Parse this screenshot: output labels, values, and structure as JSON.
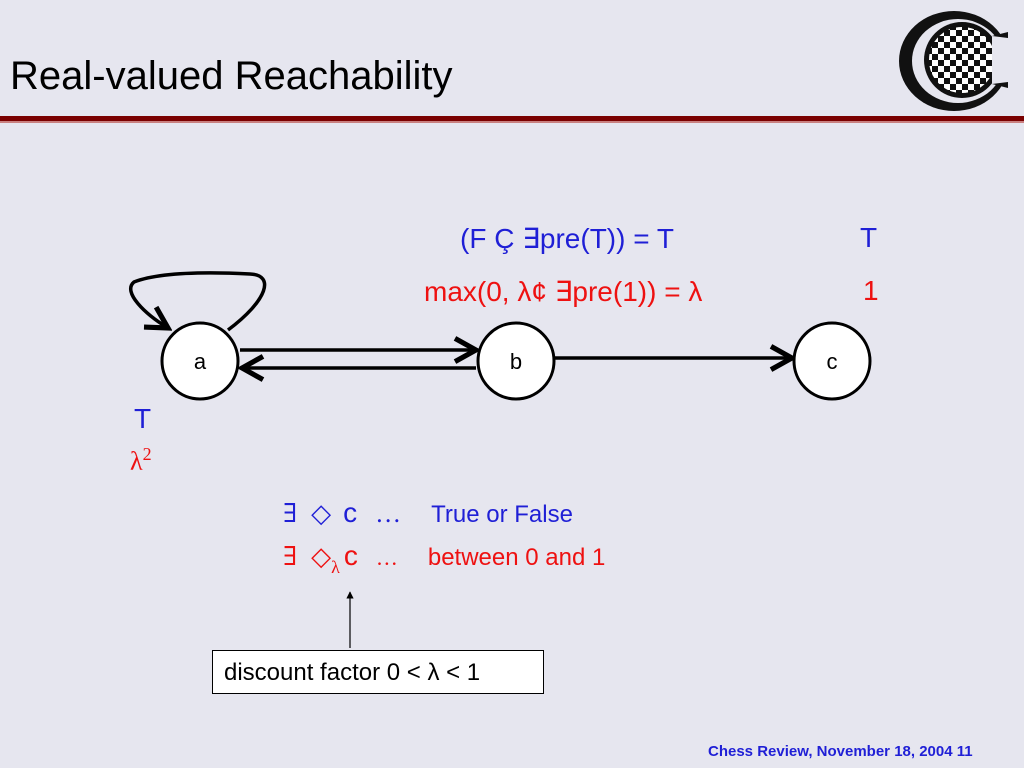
{
  "slide": {
    "title": "Real-valued Reachability",
    "footer": "Chess Review, November 18, 2004  11",
    "logo_letter": "C"
  },
  "colors": {
    "title_rule": "#7a0000",
    "blue": "#1f1fd6",
    "red": "#ee1111",
    "background": "#e6e6ef"
  },
  "graph": {
    "nodes": [
      {
        "id": "a",
        "label": "a"
      },
      {
        "id": "b",
        "label": "b"
      },
      {
        "id": "c",
        "label": "c"
      }
    ],
    "node_a_annotation_top": "T",
    "node_a_annotation_bottom": "λ",
    "node_a_annotation_bottom_exp": "2"
  },
  "equations": {
    "boolean_lhs": "(F Ç ∃pre(T)) = T",
    "boolean_value": "T",
    "real_lhs": "max(0, λ¢ ∃pre(1)) = λ",
    "real_value": "1"
  },
  "rows": {
    "row1": {
      "exists": "∃",
      "diamond": "◇",
      "target": "c",
      "dots": "…",
      "text": "True or False"
    },
    "row2": {
      "exists": "∃",
      "diamond": "◇",
      "sub": "λ",
      "target": "c",
      "dots": "…",
      "text": "between 0 and 1"
    }
  },
  "callout": {
    "text": "discount factor 0 < λ < 1"
  }
}
